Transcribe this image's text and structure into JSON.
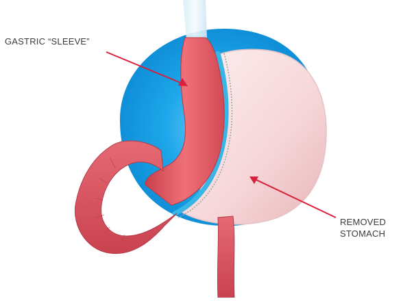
{
  "labels": {
    "sleeve": "GASTRIC “SLEEVE”",
    "removed_line1": "REMOVED",
    "removed_line2": "STOMACH"
  },
  "colors": {
    "backdrop_blue": "#1aa3e6",
    "sleeve_red": "#e8606a",
    "removed_pink": "#f6d9da",
    "staple_line": "#38b6e6",
    "arrow": "#d81f3c"
  }
}
